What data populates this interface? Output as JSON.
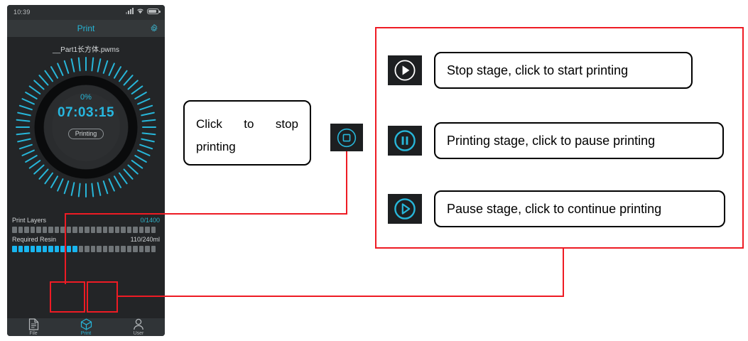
{
  "phone": {
    "status_bar": {
      "time": "10:39",
      "icons": [
        "signal-icon",
        "wifi-icon",
        "battery-icon"
      ]
    },
    "title_bar": {
      "title": "Print",
      "settings_icon": "gear-icon"
    },
    "print_screen": {
      "file_name": "__Part1长方体.pwms",
      "dial": {
        "percent": "0%",
        "remaining_time": "07:03:15",
        "state": "Printing",
        "tick_color": "#27b6d9",
        "ring_color": "#0a0b0c"
      },
      "progress": [
        {
          "label": "Print Layers",
          "value": "0/1400",
          "segments_total": 24,
          "segments_filled": 0,
          "value_color": "#2fb3c9"
        },
        {
          "label": "Required Resin",
          "value": "110/240ml",
          "segments_total": 24,
          "segments_filled": 11,
          "value_color": "#cfd3d5"
        }
      ],
      "controls": [
        {
          "name": "stop-button",
          "icon": "stop-circle-icon",
          "color": "#27b6d9"
        },
        {
          "name": "pause-button",
          "icon": "pause-circle-icon",
          "color": "#27b6d9"
        }
      ]
    },
    "tab_bar": {
      "tabs": [
        {
          "label": "File",
          "icon": "document-icon",
          "active": false
        },
        {
          "label": "Print",
          "icon": "cube-icon",
          "active": true
        },
        {
          "label": "User",
          "icon": "person-icon",
          "active": false
        }
      ],
      "active_color": "#27b6d9"
    }
  },
  "annotations": {
    "accent_color": "#ee1b24",
    "stop_callout": {
      "line1": "Click to stop",
      "line2": "printing"
    },
    "stop_chip_icon": "stop-circle-icon",
    "legend": [
      {
        "icon": "play-circle-icon",
        "icon_color": "#ffffff",
        "text": "Stop stage, click to start printing"
      },
      {
        "icon": "pause-circle-icon",
        "icon_color": "#27b6d9",
        "text": "Printing stage, click to pause printing"
      },
      {
        "icon": "play-circle-icon",
        "icon_color": "#27b6d9",
        "text": "Pause stage, click to continue printing"
      }
    ]
  }
}
